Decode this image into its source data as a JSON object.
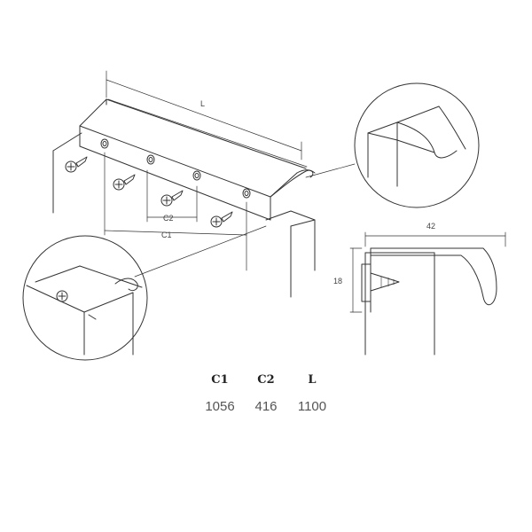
{
  "drawing": {
    "dim_labels": {
      "length": "L",
      "c1": "C1",
      "c2": "C2",
      "width": "42",
      "height": "18"
    }
  },
  "spec_table": {
    "headers": [
      "C1",
      "C2",
      "L"
    ],
    "values": [
      "1056",
      "416",
      "1100"
    ]
  }
}
